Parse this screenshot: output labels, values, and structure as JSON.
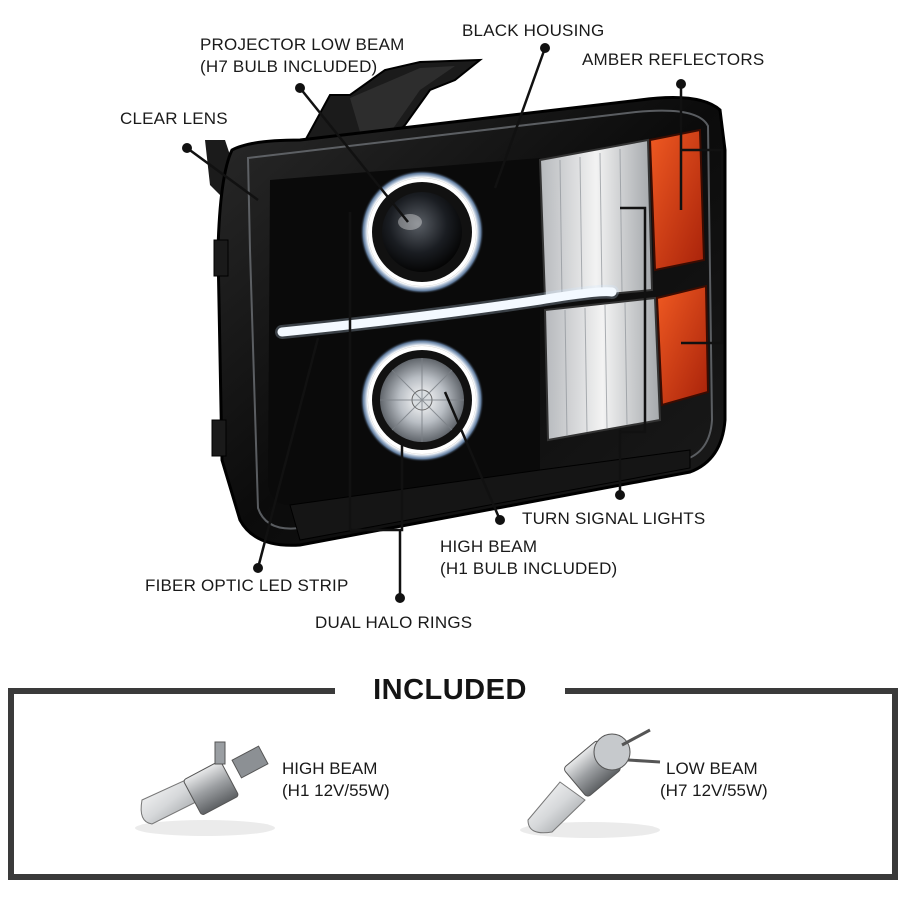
{
  "callouts": {
    "projector_low_beam": [
      "PROJECTOR LOW BEAM",
      "(H7 BULB INCLUDED)"
    ],
    "black_housing": "BLACK HOUSING",
    "amber_reflectors": "AMBER REFLECTORS",
    "clear_lens": "CLEAR LENS",
    "turn_signal_lights": "TURN SIGNAL LIGHTS",
    "high_beam": [
      "HIGH BEAM",
      "(H1 BULB INCLUDED)"
    ],
    "fiber_optic_led_strip": "FIBER OPTIC LED STRIP",
    "dual_halo_rings": "DUAL HALO RINGS"
  },
  "included": {
    "title": "INCLUDED",
    "bulbs": [
      {
        "line1": "HIGH BEAM",
        "line2": "(H1 12V/55W)",
        "icon": "h1-bulb-icon"
      },
      {
        "line1": "LOW BEAM",
        "line2": "(H7 12V/55W)",
        "icon": "h7-bulb-icon"
      }
    ]
  },
  "colors": {
    "housing": "#0d0d0d",
    "amber": "#d83a14",
    "chrome": "#cfd3d6",
    "leader": "#111111",
    "frame": "#3a3a3a"
  }
}
